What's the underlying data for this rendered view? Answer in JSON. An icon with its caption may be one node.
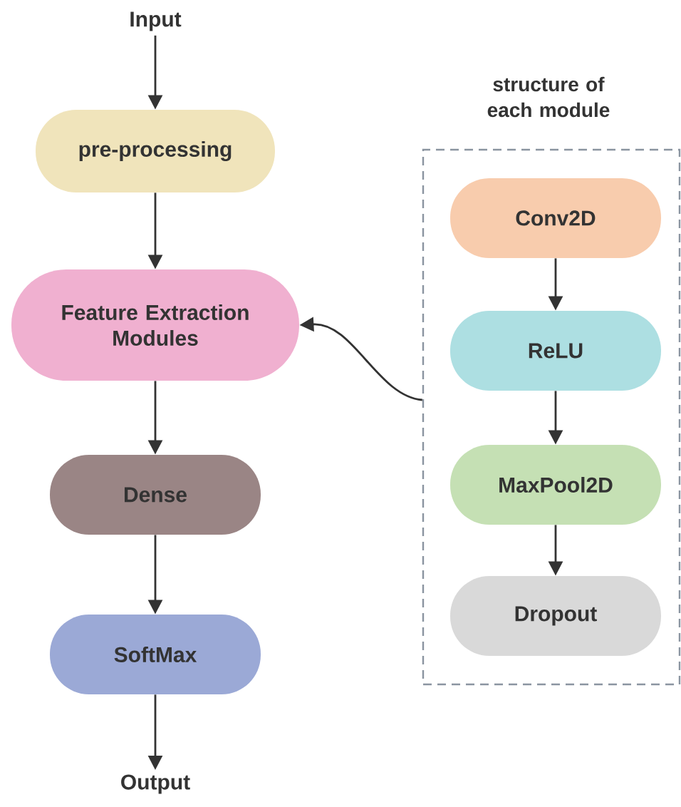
{
  "diagram": {
    "nodes": [
      {
        "text": [
          "Input"
        ]
      },
      {
        "text": [
          "pre-processing"
        ]
      },
      {
        "text": [
          "Feature Extraction Modules"
        ]
      },
      {
        "text": [
          "Dense"
        ]
      },
      {
        "text": [
          "SoftMax"
        ]
      },
      {
        "text": [
          "Output"
        ]
      },
      {
        "text": [
          "structure of each module"
        ]
      },
      {
        "text": [
          "Conv2D"
        ],
        "in": 6
      },
      {
        "text": [
          "ReLU"
        ],
        "in": 6
      },
      {
        "text": [
          "MaxPool2D"
        ],
        "in": 6
      },
      {
        "text": [
          "Dropout"
        ],
        "in": 6
      }
    ],
    "edges": [
      {
        "from": 0,
        "to": 1,
        "arrow": "to"
      },
      {
        "from": 1,
        "to": 2,
        "arrow": "to"
      },
      {
        "from": 2,
        "to": 3,
        "arrow": "to"
      },
      {
        "from": 3,
        "to": 4,
        "arrow": "to"
      },
      {
        "from": 4,
        "to": 5,
        "arrow": "to"
      },
      {
        "from": 6,
        "to": 2,
        "arrow": "to"
      },
      {
        "from": 7,
        "to": 8,
        "arrow": "to"
      },
      {
        "from": 8,
        "to": 9,
        "arrow": "to"
      },
      {
        "from": 9,
        "to": 10,
        "arrow": "to"
      }
    ]
  }
}
